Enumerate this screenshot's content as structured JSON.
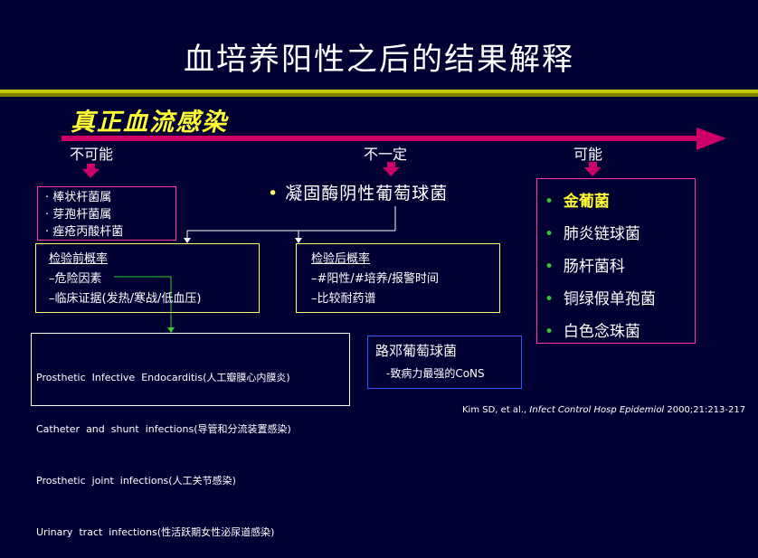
{
  "title": "血培养阳性之后的结果解释",
  "subtitle": "真正血流感染",
  "scale": {
    "left": "不可能",
    "middle": "不一定",
    "right": "可能"
  },
  "colors": {
    "background": "#000033",
    "accent_yellow": "#ffff33",
    "arrow_pink": "#cc0066",
    "box_blue": "#3355ff"
  },
  "unlikely_list": [
    "棒状杆菌属",
    "芽孢杆菌属",
    "痤疮丙酸杆菌"
  ],
  "uncertain": {
    "bullet": "•",
    "label": "凝固酶阴性葡萄球菌"
  },
  "likely_list": [
    "金葡菌",
    "肺炎链球菌",
    "肠杆菌科",
    "铜绿假单孢菌",
    "白色念珠菌"
  ],
  "pre_test": {
    "heading": "检验前概率",
    "items": [
      "–危险因素",
      "–临床证据(发热/寒战/低血压)"
    ]
  },
  "post_test": {
    "heading": "检验后概率",
    "items": [
      "–#阳性/#培养/报警时间",
      "–比较耐药谱"
    ]
  },
  "infections": [
    "Prosthetic  Infective  Endocarditis(人工瓣膜心内膜炎)",
    "Catheter  and  shunt  infections(导管和分流装置感染)",
    "Prosthetic  joint  infections(人工关节感染)",
    "Urinary  tract  infections(性活跃期女性泌尿道感染)"
  ],
  "lugdunensis": {
    "title": "路邓葡萄球菌",
    "desc": "-致病力最强的CoNS"
  },
  "citation": {
    "authors": "Kim SD, et al.,",
    "journal": "Infect Control Hosp Epidemiol",
    "ref": "2000;21:213-217"
  }
}
